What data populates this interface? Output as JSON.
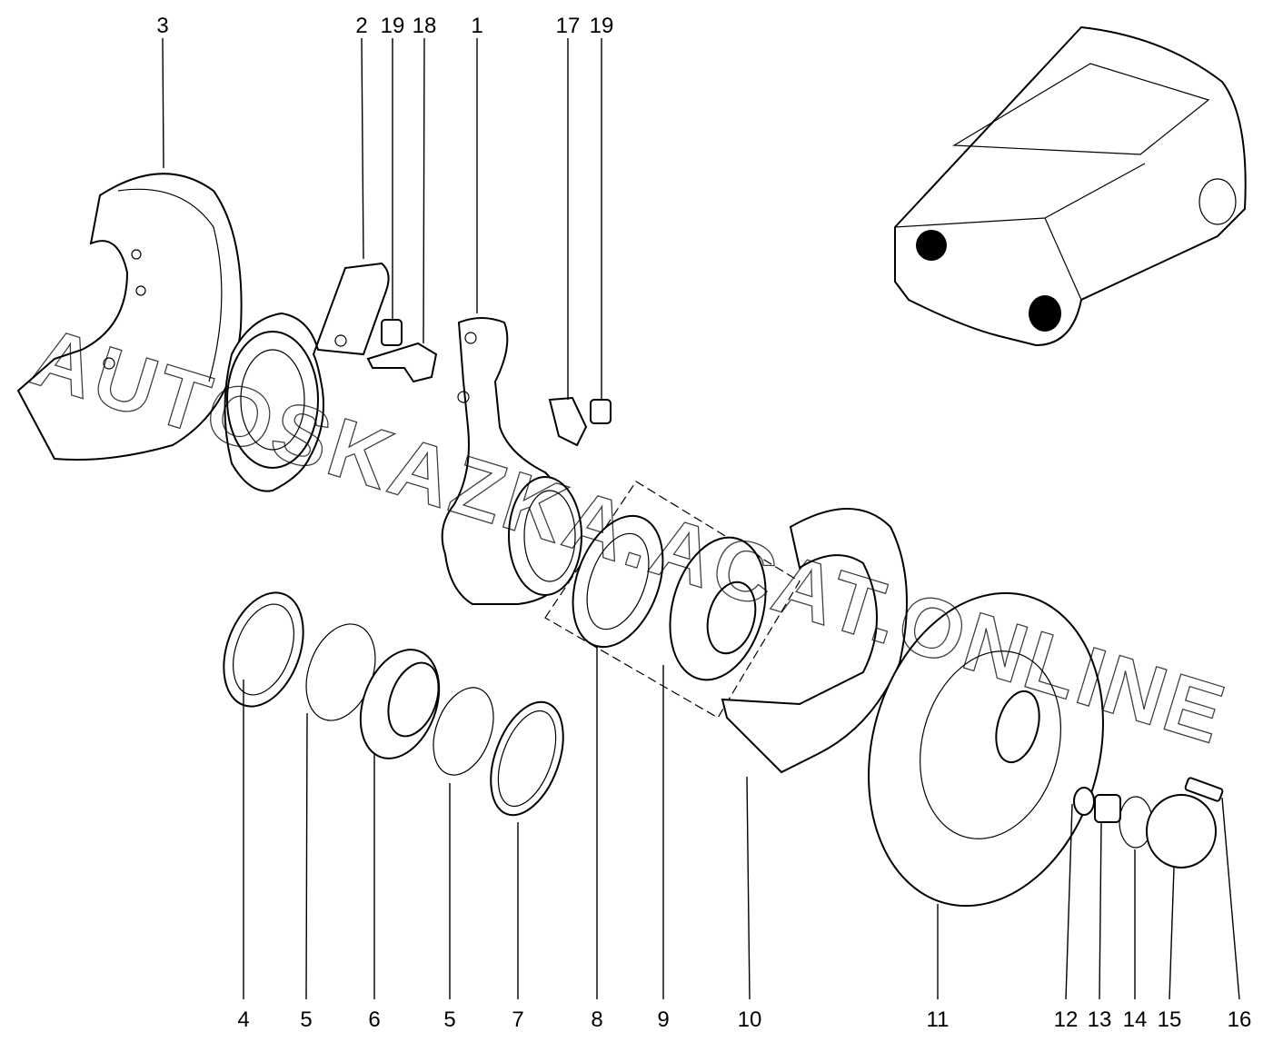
{
  "diagram": {
    "watermark": "AUTOSKAZKA.ACAT.ONLINE",
    "top_callouts": [
      "3",
      "2",
      "19",
      "18",
      "1",
      "17",
      "19"
    ],
    "bottom_callouts": [
      "4",
      "5",
      "6",
      "5",
      "7",
      "8",
      "9",
      "10",
      "11",
      "12",
      "13",
      "14",
      "15",
      "16"
    ],
    "highlight_color": "#000000"
  }
}
